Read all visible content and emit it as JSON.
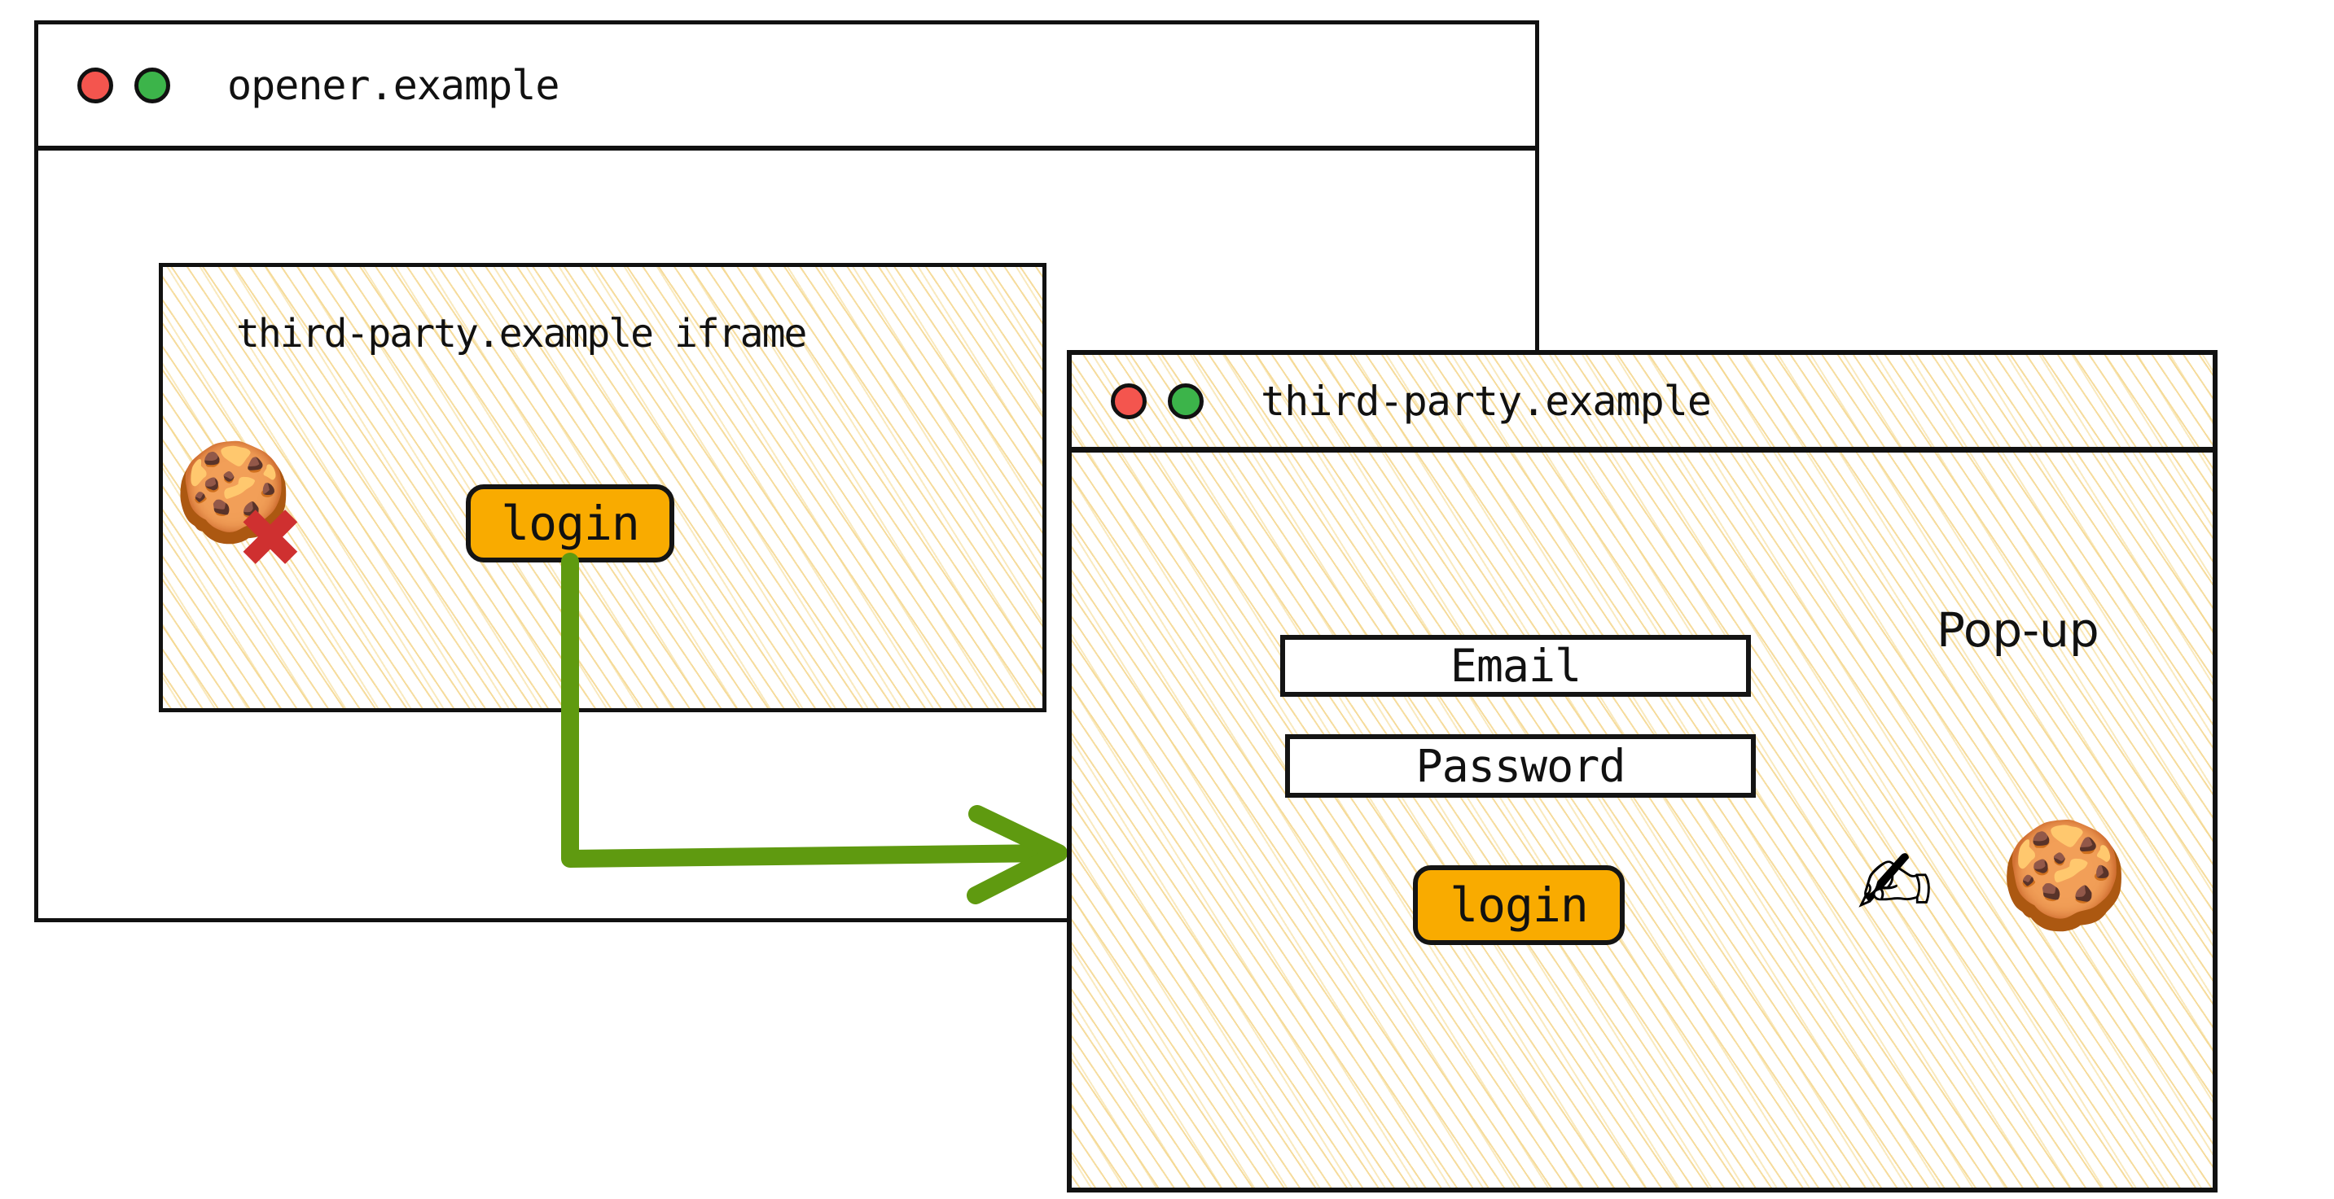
{
  "opener_window": {
    "title": "opener.example",
    "traffic_lights": [
      {
        "name": "close-dot",
        "color": "#f4554e"
      },
      {
        "name": "maximize-dot",
        "color": "#3cb44a"
      }
    ],
    "iframe": {
      "title": "third-party.example iframe",
      "cookie_icon": "🍪",
      "cookie_blocked_icon": "✖",
      "login_button_label": "login"
    }
  },
  "popup_window": {
    "title": "third-party.example",
    "traffic_lights": [
      {
        "name": "close-dot",
        "color": "#f4554e"
      },
      {
        "name": "maximize-dot",
        "color": "#3cb44a"
      }
    ],
    "annotation_label": "Pop-up",
    "form": {
      "email_field_label": "Email",
      "password_field_label": "Password",
      "login_button_label": "login"
    },
    "writing_hand_icon": "✍",
    "cookie_icon": "🍪"
  },
  "flow_arrow": {
    "color": "#5f9a10",
    "from": "iframe login button",
    "to": "third-party.example pop-up window"
  },
  "colors": {
    "button_orange": "#f9ab00",
    "arrow_green": "#5f9a10",
    "hatch_cream": "#f4d68c",
    "outline_black": "#111111",
    "x_red": "#cf3030"
  }
}
